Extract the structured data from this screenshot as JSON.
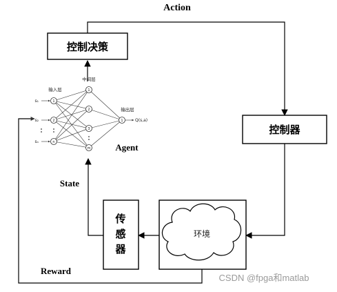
{
  "labels": {
    "action": "Action",
    "decision": "控制决策",
    "controller": "控制器",
    "agent": "Agent",
    "state": "State",
    "sensor": [
      "传",
      "感",
      "器"
    ],
    "environment": "环境",
    "reward": "Reward"
  },
  "network": {
    "input_layer": "输入层",
    "hidden_layer": "中间层",
    "output_layer": "输出层",
    "inputs": [
      "s₁",
      "s₂",
      "sₙ"
    ],
    "hidden_nodes": [
      "1",
      "2",
      "3",
      "m"
    ],
    "input_nodes": [
      "1",
      "2",
      "n"
    ],
    "output_node": "1",
    "output": "Q(s,a)"
  },
  "watermark": "CSDN @fpga和matlab",
  "colors": {
    "stroke": "#000000",
    "watermark": "#9a9a9a"
  }
}
